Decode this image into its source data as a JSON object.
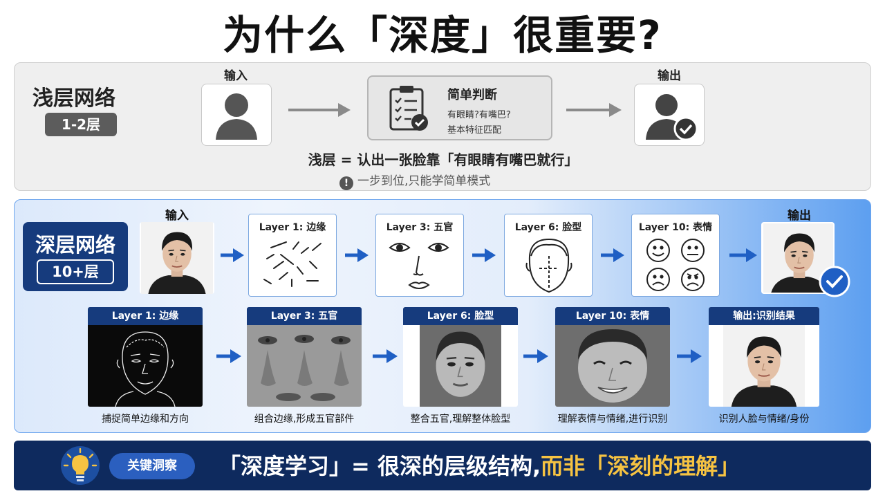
{
  "title": "为什么「深度」很重要?",
  "shallow": {
    "title": "浅层网络",
    "badge": "1-2层",
    "input_label": "输入",
    "output_label": "输出",
    "judge_title": "简单判断",
    "judge_line1": "有眼睛?有嘴巴?",
    "judge_line2": "基本特征匹配",
    "caption": "浅层 = 认出一张脸靠「有眼睛有嘴巴就行」",
    "warning_icon": "!",
    "warning": "一步到位,只能学简单模式"
  },
  "deep": {
    "title": "深层网络",
    "badge": "10+层",
    "input_label": "输入",
    "output_label": "输出",
    "layers": [
      {
        "label": "Layer 1: 边缘"
      },
      {
        "label": "Layer 3: 五官"
      },
      {
        "label": "Layer 6: 脸型"
      },
      {
        "label": "Layer 10: 表情"
      }
    ],
    "row2": [
      {
        "label": "Layer 1: 边缘",
        "caption": "捕捉简单边缘和方向"
      },
      {
        "label": "Layer 3: 五官",
        "caption": "组合边缘,形成五官部件"
      },
      {
        "label": "Layer 6: 脸型",
        "caption": "整合五官,理解整体脸型"
      },
      {
        "label": "Layer 10: 表情",
        "caption": "理解表情与情绪,进行识别"
      },
      {
        "label": "输出:识别结果",
        "caption": "识别人脸与情绪/身份"
      }
    ]
  },
  "insight": {
    "key_label": "关键洞察",
    "text_main": "「深度学习」= 很深的层级结构,",
    "text_highlight": "而非「深刻的理解」"
  },
  "colors": {
    "navy": "#163b7d",
    "insight_bg": "#0e2a5e",
    "highlight": "#f6c342",
    "arrow_blue": "#1f5fc4"
  }
}
